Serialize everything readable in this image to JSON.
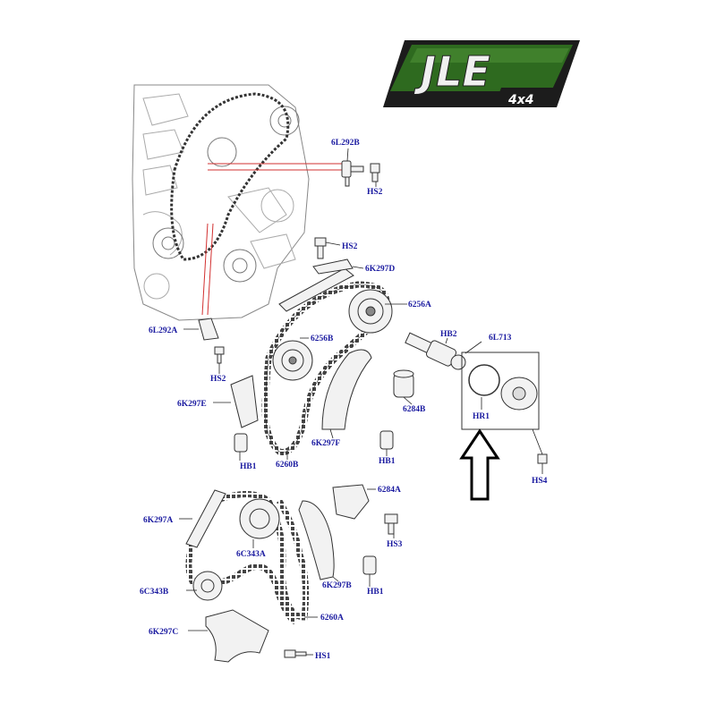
{
  "logo": {
    "brand": "JLE",
    "sub": "4x4",
    "green": "#2e6a1f",
    "dark": "#1c1c1c"
  },
  "colors": {
    "label": "#1a1aa0",
    "leader": "#222222",
    "redline": "#d23030",
    "part": "#3a3a3a",
    "fill": "#f2f2f2"
  },
  "labels": {
    "l_6L292B": "6L292B",
    "l_HS2_a": "HS2",
    "l_HS2_b": "HS2",
    "l_6K297D": "6K297D",
    "l_6256A": "6256A",
    "l_6256B": "6256B",
    "l_HB2": "HB2",
    "l_6L713": "6L713",
    "l_6L292A": "6L292A",
    "l_HS2_c": "HS2",
    "l_6K297E": "6K297E",
    "l_6284B": "6284B",
    "l_HR1": "HR1",
    "l_6K297F": "6K297F",
    "l_HB1_a": "HB1",
    "l_6260B": "6260B",
    "l_HB1_b": "HB1",
    "l_HS4": "HS4",
    "l_6284A": "6284A",
    "l_6K297A": "6K297A",
    "l_HS3": "HS3",
    "l_6C343A": "6C343A",
    "l_6C343B": "6C343B",
    "l_6K297B": "6K297B",
    "l_HB1_c": "HB1",
    "l_6260A": "6260A",
    "l_6K297C": "6K297C",
    "l_HS1": "HS1"
  }
}
